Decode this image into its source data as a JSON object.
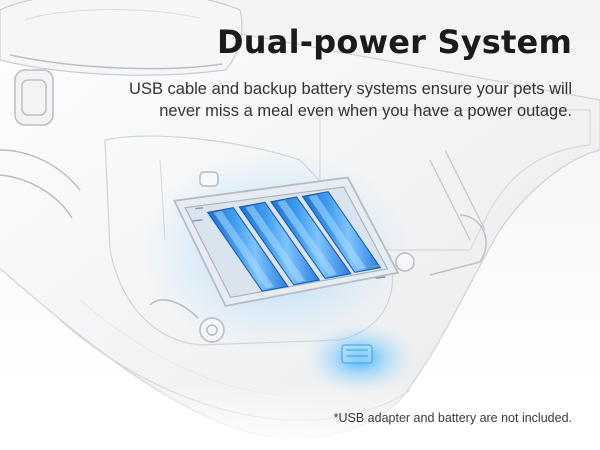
{
  "headline": "Dual-power System",
  "subtitle": {
    "line1": "USB cable and backup battery systems ensure your pets will",
    "line2": "never miss a meal even when you have a power outage."
  },
  "footnote": "*USB adapter and battery are not included.",
  "image": {
    "subject": "transparent-feeder-base-with-battery-compartment",
    "battery_count": 4,
    "colors": {
      "background": "#f3f4f5",
      "text_dark": "#1b1b1b",
      "battery_blue": "#2f8fe8",
      "glow_blue": "#55b8ff"
    }
  }
}
